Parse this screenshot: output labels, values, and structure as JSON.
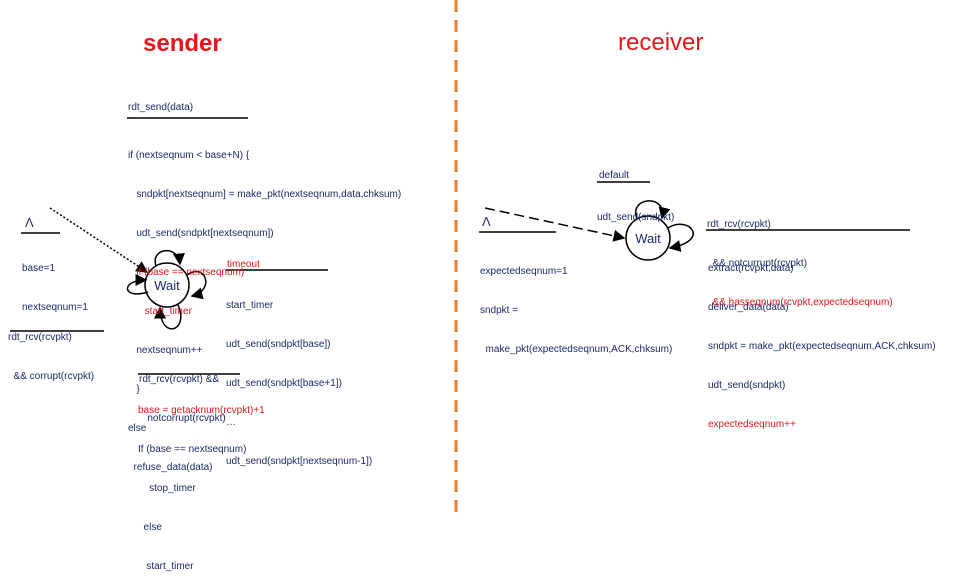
{
  "titles": {
    "sender": "sender",
    "receiver": "receiver"
  },
  "colors": {
    "text": "#1a2a6c",
    "highlight": "#e8161b",
    "divider": "#f07c2c",
    "line": "#000000"
  },
  "sender": {
    "state": "Wait",
    "init": {
      "event": "Λ",
      "actions": [
        "base=1",
        "nextseqnum=1"
      ]
    },
    "send": {
      "event": "rdt_send(data)",
      "actions": [
        {
          "text": "if (nextseqnum < base+N) {",
          "hl": false
        },
        {
          "text": "   sndpkt[nextseqnum] = make_pkt(nextseqnum,data,chksum)",
          "hl": false
        },
        {
          "text": "   udt_send(sndpkt[nextseqnum])",
          "hl": false
        },
        {
          "text": "   if (base == nextseqnum)",
          "hl": true
        },
        {
          "text": "      start_timer",
          "hl": true
        },
        {
          "text": "   nextseqnum++",
          "hl": false
        },
        {
          "text": "   }",
          "hl": false
        },
        {
          "text": "else",
          "hl": false
        },
        {
          "text": "  refuse_data(data)",
          "hl": false
        }
      ]
    },
    "timeout": {
      "event": "timeout",
      "actions": [
        "start_timer",
        "udt_send(sndpkt[base])",
        "udt_send(sndpkt[base+1])",
        "…",
        "udt_send(sndpkt[nextseqnum-1])"
      ]
    },
    "corrupt": {
      "event_lines": [
        "rdt_rcv(rcvpkt)",
        "  && corrupt(rcvpkt)"
      ]
    },
    "notcorrupt": {
      "event_lines": [
        "rdt_rcv(rcvpkt) &&",
        "   notcorrupt(rcvpkt)"
      ],
      "actions": [
        {
          "text": "base = getacknum(rcvpkt)+1",
          "hl": true
        },
        {
          "text": "If (base == nextseqnum)",
          "hl": false
        },
        {
          "text": "    stop_timer",
          "hl": false
        },
        {
          "text": "  else",
          "hl": false
        },
        {
          "text": "   start_timer",
          "hl": false
        }
      ]
    }
  },
  "receiver": {
    "state": "Wait",
    "init": {
      "event": "Λ",
      "actions": [
        "expectedseqnum=1",
        "sndpkt =",
        "  make_pkt(expectedseqnum,ACK,chksum)"
      ]
    },
    "default": {
      "event": "default",
      "actions": [
        "udt_send(sndpkt)"
      ]
    },
    "receive": {
      "event_lines": [
        {
          "text": "rdt_rcv(rcvpkt)",
          "hl": false
        },
        {
          "text": "  && notcurrupt(rcvpkt)",
          "hl": false
        },
        {
          "text": "  && hasseqnum(rcvpkt,expectedseqnum)",
          "hl": true
        }
      ],
      "actions": [
        {
          "text": "extract(rcvpkt,data)",
          "hl": false
        },
        {
          "text": "deliver_data(data)",
          "hl": false
        },
        {
          "text": "sndpkt = make_pkt(expectedseqnum,ACK,chksum)",
          "hl": false
        },
        {
          "text": "udt_send(sndpkt)",
          "hl": false
        },
        {
          "text": "expectedseqnum++",
          "hl": true
        }
      ]
    }
  }
}
